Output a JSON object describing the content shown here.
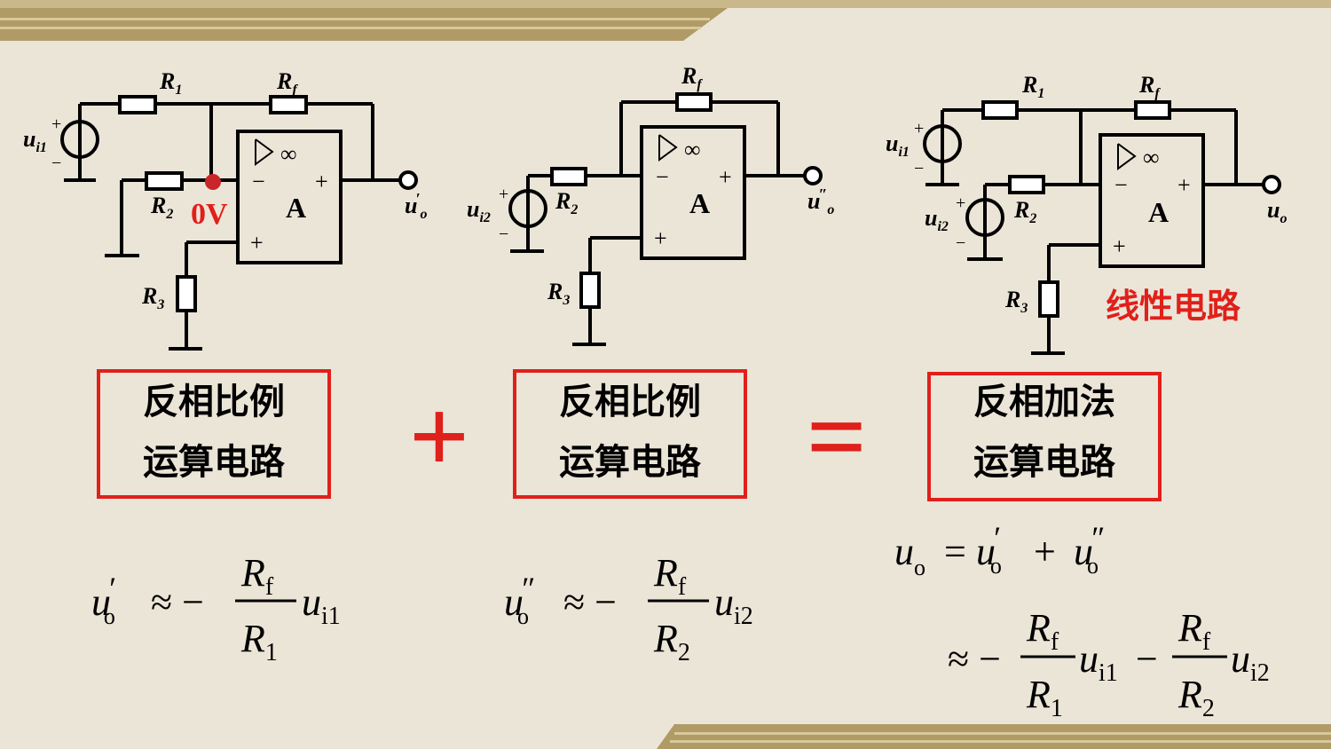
{
  "colors": {
    "background": "#ebe5d8",
    "wire": "#000000",
    "box_border": "#e0201a",
    "red_text": "#e0201a",
    "band": "#8b7a55"
  },
  "circuit1": {
    "r1": "R",
    "r1_sub": "1",
    "rf": "R",
    "rf_sub": "f",
    "r2": "R",
    "r2_sub": "2",
    "r3": "R",
    "r3_sub": "3",
    "amp": "A",
    "inf": "∞",
    "plus": "+",
    "minus": "−",
    "input": "u",
    "input_sub": "i1",
    "output": "u",
    "output_sup": "′",
    "output_sub": "o",
    "node_label": "0V"
  },
  "circuit2": {
    "rf": "R",
    "rf_sub": "f",
    "r2": "R",
    "r2_sub": "2",
    "r3": "R",
    "r3_sub": "3",
    "amp": "A",
    "inf": "∞",
    "plus": "+",
    "minus": "−",
    "input": "u",
    "input_sub": "i2",
    "output": "u",
    "output_sup": "″",
    "output_sub": "o"
  },
  "circuit3": {
    "r1": "R",
    "r1_sub": "1",
    "rf": "R",
    "rf_sub": "f",
    "r2": "R",
    "r2_sub": "2",
    "r3": "R",
    "r3_sub": "3",
    "amp": "A",
    "inf": "∞",
    "plus": "+",
    "minus": "−",
    "input1": "u",
    "input1_sub": "i1",
    "input2": "u",
    "input2_sub": "i2",
    "output": "u",
    "output_sub": "o",
    "tag": "线性电路"
  },
  "boxes": [
    {
      "line1": "反相比例",
      "line2": "运算电路"
    },
    {
      "line1": "反相比例",
      "line2": "运算电路"
    },
    {
      "line1": "反相加法",
      "line2": "运算电路"
    }
  ],
  "operators": {
    "plus": "+",
    "equals": "="
  },
  "formula1": {
    "lhs": "u",
    "lhs_sup": "′",
    "lhs_sub": "o",
    "approx": "≈ −",
    "num": "R",
    "num_sub": "f",
    "den": "R",
    "den_sub": "1",
    "var": "u",
    "var_sub": "i1"
  },
  "formula2": {
    "lhs": "u",
    "lhs_sup": "″",
    "lhs_sub": "o",
    "approx": "≈ −",
    "num": "R",
    "num_sub": "f",
    "den": "R",
    "den_sub": "2",
    "var": "u",
    "var_sub": "i2"
  },
  "formula3": {
    "line1": {
      "lhs": "u",
      "lhs_sub": "o",
      "eq": "=",
      "t1": "u",
      "t1_sup": "′",
      "t1_sub": "o",
      "plus": "+",
      "t2": "u",
      "t2_sup": "″",
      "t2_sub": "o"
    },
    "line2": {
      "approx": "≈ −",
      "num1": "R",
      "num1_sub": "f",
      "den1": "R",
      "den1_sub": "1",
      "var1": "u",
      "var1_sub": "i1",
      "minus": "−",
      "num2": "R",
      "num2_sub": "f",
      "den2": "R",
      "den2_sub": "2",
      "var2": "u",
      "var2_sub": "i2"
    }
  }
}
